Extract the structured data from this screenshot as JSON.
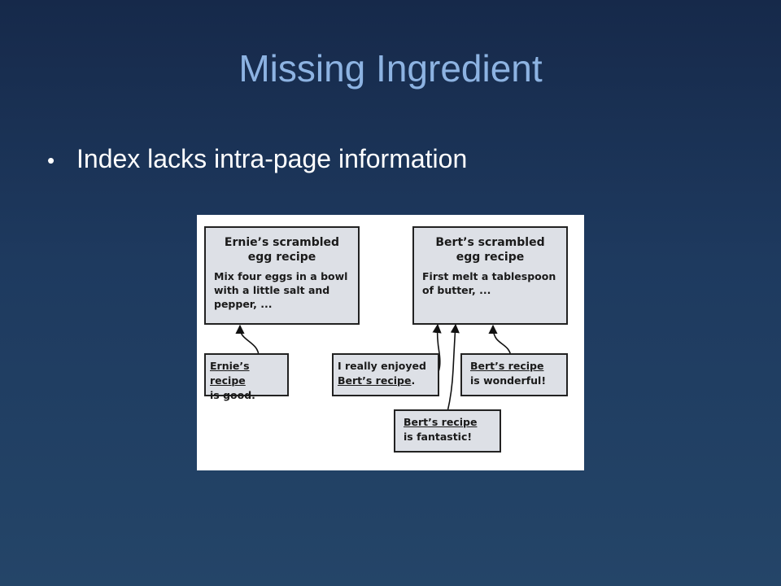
{
  "slide": {
    "title": "Missing Ingredient",
    "bullets": [
      "Index lacks intra-page information"
    ]
  },
  "diagram": {
    "ernie_page": {
      "title_line1": "Ernie’s scrambled",
      "title_line2": "egg recipe",
      "body_line1": "Mix four eggs in a bowl",
      "body_line2": "with a little salt and",
      "body_line3": "pepper, ..."
    },
    "bert_page": {
      "title_line1": "Bert’s scrambled",
      "title_line2": "egg recipe",
      "body_line1": "First melt a tablespoon",
      "body_line2": "of butter, ..."
    },
    "comment_ernie_good": {
      "link": "Ernie’s recipe",
      "rest": "is good."
    },
    "comment_enjoyed": {
      "line1": "I really enjoyed",
      "link": "Bert’s recipe",
      "tail": "."
    },
    "comment_bert_wonderful": {
      "link": "Bert’s recipe",
      "rest": "is wonderful!"
    },
    "comment_bert_fantastic": {
      "link": "Bert’s recipe",
      "rest": "is fantastic!"
    }
  }
}
